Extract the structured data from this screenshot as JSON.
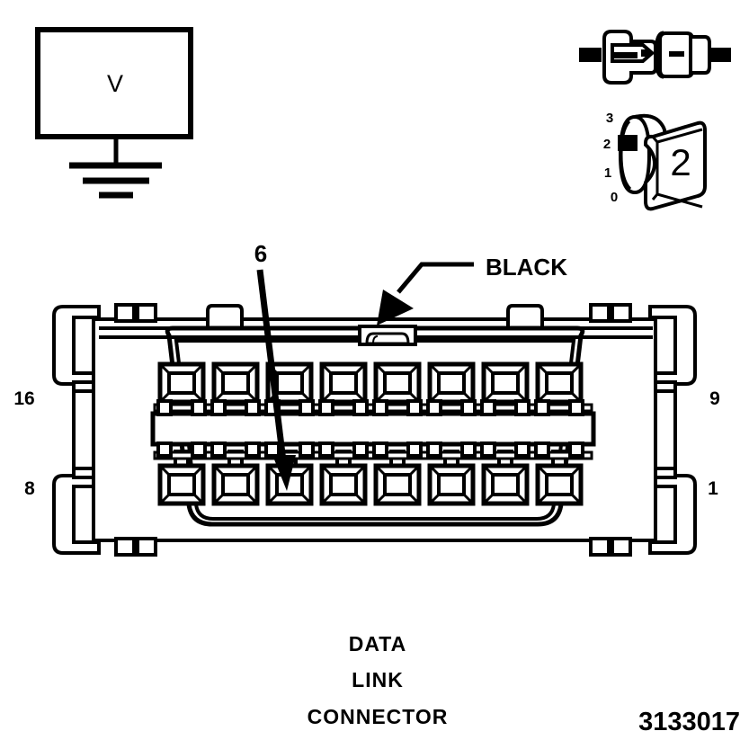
{
  "figure": {
    "number": "3133017",
    "caption_lines": [
      "DATA",
      "LINK",
      "CONNECTOR"
    ]
  },
  "meter": {
    "symbol": "V",
    "name": "voltmeter",
    "ground_symbol": "chassis-ground"
  },
  "switch_indicator": {
    "selected_position": "2",
    "positions": [
      "3",
      "2",
      "1",
      "0"
    ]
  },
  "connector_icon": {
    "state": "disconnected"
  },
  "callouts": {
    "pin_callout": "6",
    "wire_color": "BLACK"
  },
  "connector": {
    "name": "Data Link Connector",
    "pin_numbers": {
      "top_left": "16",
      "top_right": "9",
      "bottom_left": "8",
      "bottom_right": "1"
    },
    "rows": {
      "top_count": 8,
      "bottom_count": 8
    },
    "highlighted_pin": "6"
  },
  "colors": {
    "line": "#000000",
    "background": "#ffffff"
  }
}
